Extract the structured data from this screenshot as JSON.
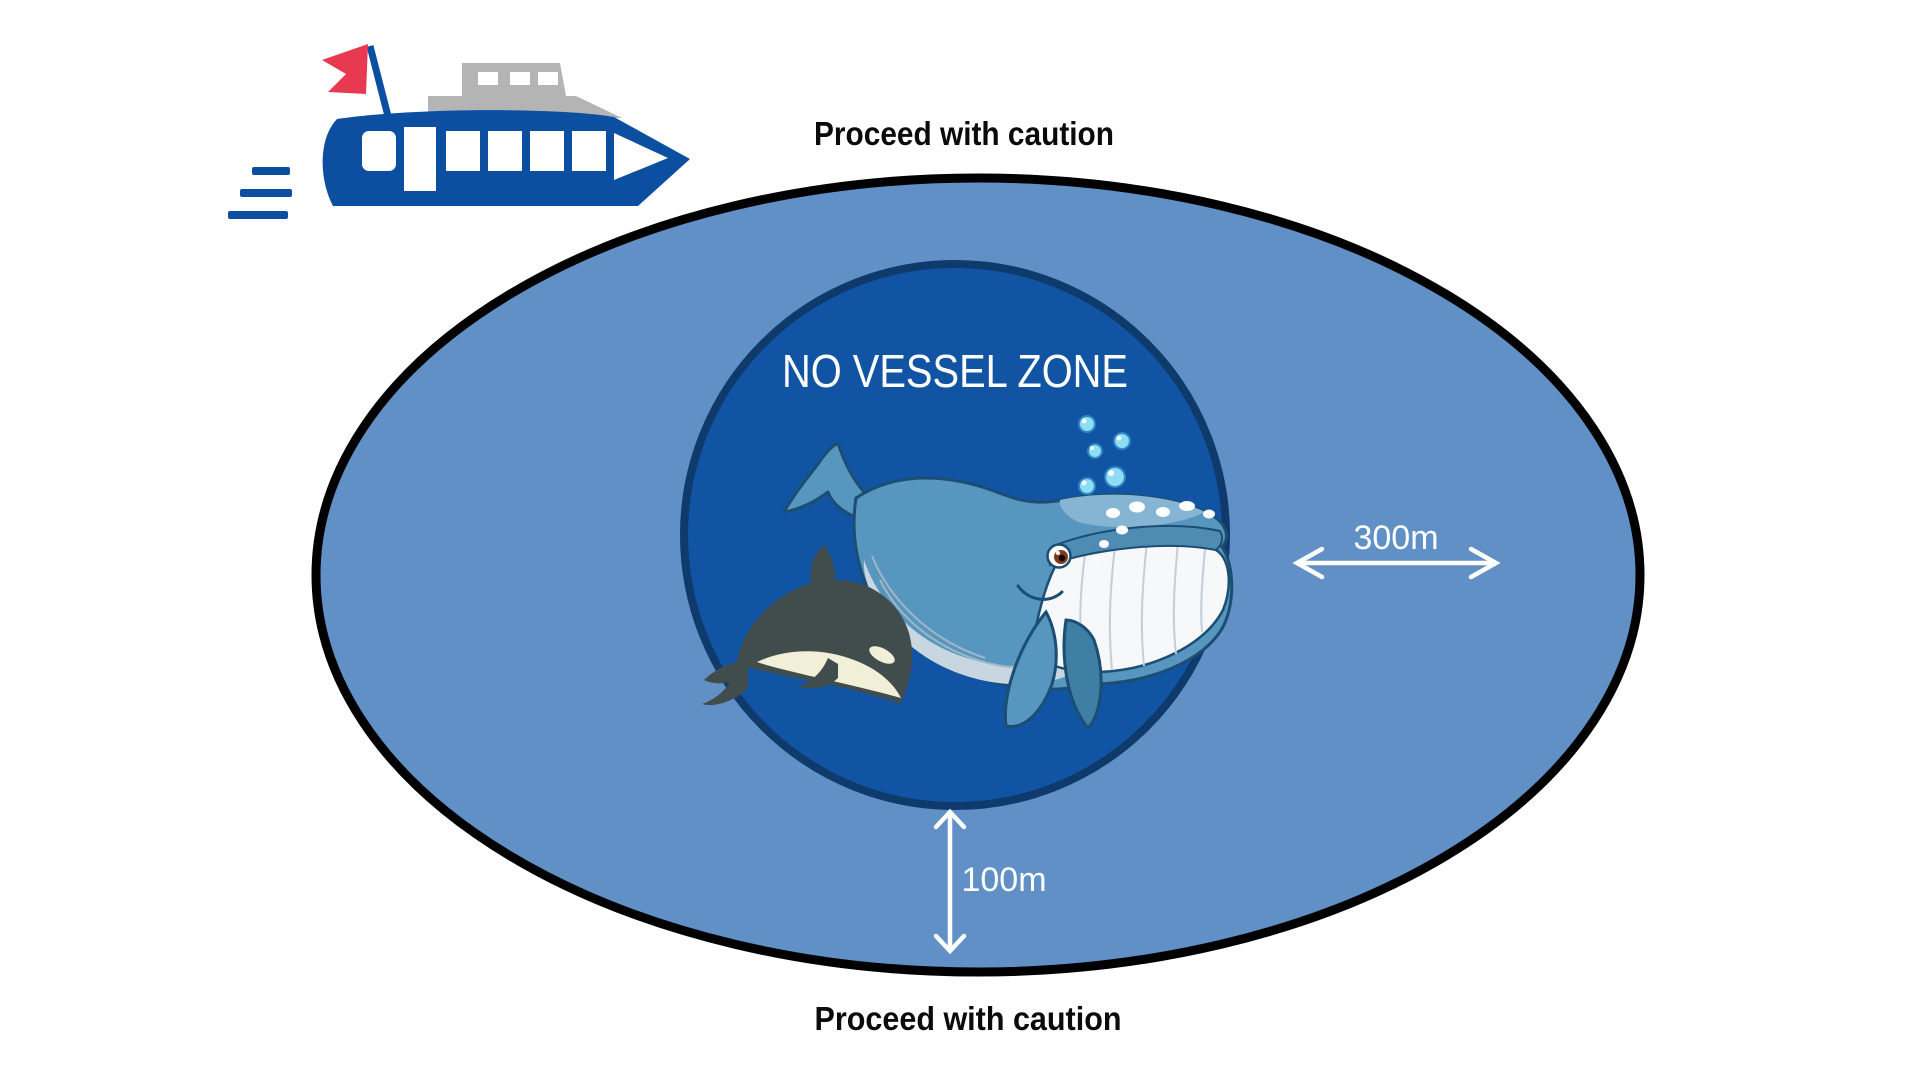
{
  "captions": {
    "top": "Proceed with caution",
    "bottom": "Proceed with caution",
    "color": "#0B0B0B"
  },
  "zones": {
    "outer": {
      "fill": "#6090C6",
      "border": "#010101",
      "distance_label": "300m"
    },
    "inner": {
      "fill": "#1254A4",
      "border": "#0E3A6C",
      "label": "NO VESSEL ZONE",
      "distance_label": "100m"
    },
    "label_color": "#FFFFFF"
  },
  "boat": {
    "icon": "ferry-boat-icon",
    "colors": {
      "hull": "#0C4FA1",
      "flag": "#E73A50",
      "cabin": "#B4B4B4",
      "windows": "#FFFFFF"
    }
  },
  "animals": {
    "whale_icon": "humpback-whale-icon",
    "orca_icon": "orca-icon",
    "bubble_count": 5
  }
}
